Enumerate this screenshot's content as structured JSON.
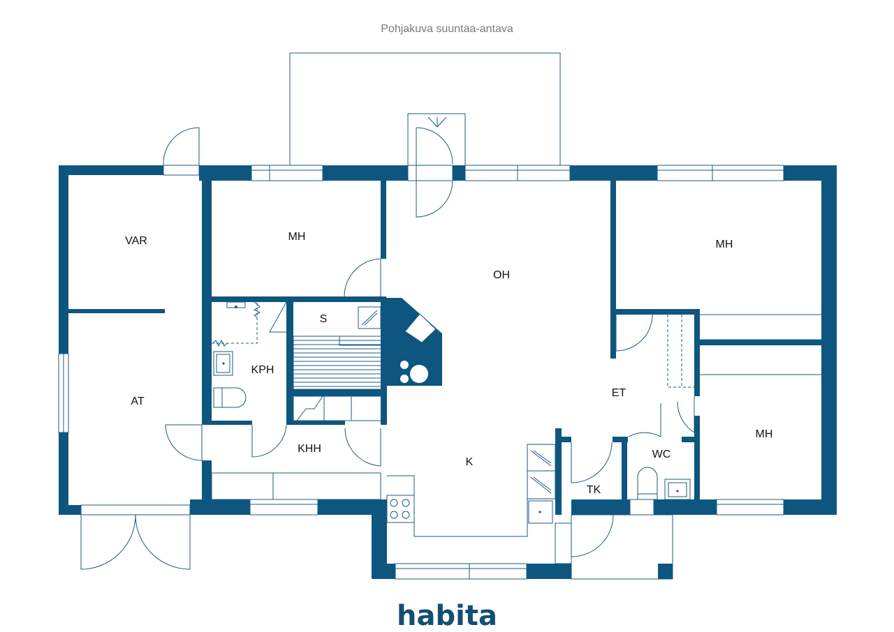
{
  "caption": "Pohjakuva suuntaa-antava",
  "rooms": {
    "var": "VAR",
    "mh_1": "MH",
    "oh": "OH",
    "mh_2": "MH",
    "s": "S",
    "kph": "KPH",
    "at": "AT",
    "et": "ET",
    "khh": "KHH",
    "k": "K",
    "wc": "WC",
    "mh_3": "MH",
    "tk": "TK"
  },
  "logo": "habita",
  "colors": {
    "wall": "#0e567f",
    "line": "#1a5b82",
    "logo": "#134f74"
  }
}
